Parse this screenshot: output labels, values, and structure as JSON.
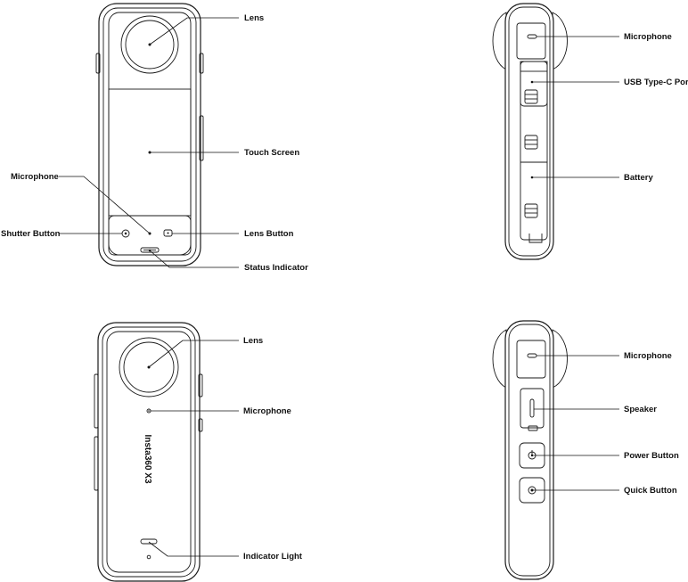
{
  "brand_text": "Insta360 X3",
  "views": {
    "front": {
      "labels": {
        "lens": "Lens",
        "touch_screen": "Touch Screen",
        "microphone": "Microphone",
        "shutter_button": "Shutter Button",
        "lens_button": "Lens Button",
        "status_indicator": "Status Indicator"
      }
    },
    "right_side": {
      "labels": {
        "microphone": "Microphone",
        "usb_port": "USB Type-C Port",
        "battery": "Battery"
      }
    },
    "back": {
      "labels": {
        "lens": "Lens",
        "microphone": "Microphone",
        "indicator_light": "Indicator Light"
      }
    },
    "left_side": {
      "labels": {
        "microphone": "Microphone",
        "speaker": "Speaker",
        "power_button": "Power Button",
        "quick_button": "Quick Button"
      }
    }
  }
}
